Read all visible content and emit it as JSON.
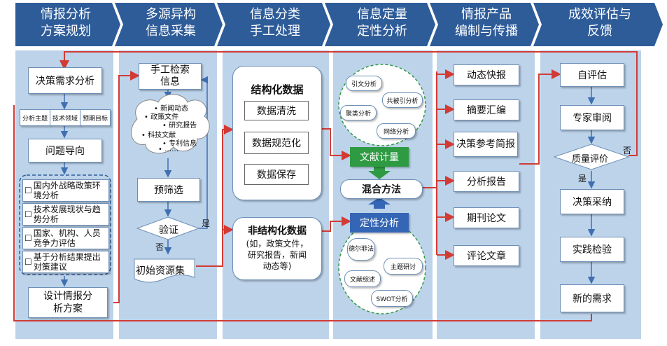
{
  "stages": [
    {
      "line1": "情报分析",
      "line2": "方案规划"
    },
    {
      "line1": "多源异构",
      "line2": "信息采集"
    },
    {
      "line1": "信息分类",
      "line2": "手工处理"
    },
    {
      "line1": "信息定量",
      "line2": "定性分析"
    },
    {
      "line1": "情报产品",
      "line2": "编制与传播"
    },
    {
      "line1": "成效评估与",
      "line2": "反馈"
    }
  ],
  "col1": {
    "decision_needs": "决策需求分析",
    "sub_topic": "分析主题",
    "sub_field": "技术领域",
    "sub_goal": "预期目标",
    "problem": "问题导向",
    "items": [
      "国内外战略政策环境分析",
      "技术发展现状与趋势分析",
      "国家、机构、人员竞争力评估",
      "基于分析结果提出对策建议"
    ],
    "design_l1": "设计情报分",
    "design_l2": "析方案"
  },
  "col2": {
    "manual_l1": "手工检索",
    "manual_l2": "信息",
    "cloud": [
      "新闻动态",
      "政策文件",
      "研究报告",
      "科技文献",
      "专利信息",
      "……"
    ],
    "prescreen": "预筛选",
    "verify": "验证",
    "yes": "是",
    "no": "否",
    "initial": "初始资源集"
  },
  "col3": {
    "structured": "结构化数据",
    "steps": [
      "数据清洗",
      "数据规范化",
      "数据保存"
    ],
    "unstructured": "非结构化数据",
    "unstructured_note": [
      "(如，政策文件，",
      "研究报告，新闻",
      "动态等)"
    ]
  },
  "col4": {
    "quant": [
      "引文分析",
      "共被引分析",
      "聚类分析",
      "网络分析"
    ],
    "bibliometrics": "文献计量",
    "mixed": "混合方法",
    "qualitative": "定性分析",
    "qual": [
      "德尔菲法",
      "主题研讨",
      "文献综述",
      "SWOT分析"
    ]
  },
  "col5": {
    "products": [
      "动态快报",
      "摘要汇编",
      "决策参考简报",
      "分析报告",
      "期刊论文",
      "评论文章"
    ]
  },
  "col6": {
    "self": "自评估",
    "expert": "专家审阅",
    "quality": "质量评价",
    "yes": "是",
    "no": "否",
    "adopt": "决策采纳",
    "practice": "实践检验",
    "new_needs": "新的需求"
  },
  "colors": {
    "header": "#2e5c99",
    "column": "#bcd3ea",
    "arrow_red": "#d23b35",
    "arrow_blue": "#3f6fb1",
    "green": "#2e9b43",
    "blue_box": "#3566b5"
  }
}
